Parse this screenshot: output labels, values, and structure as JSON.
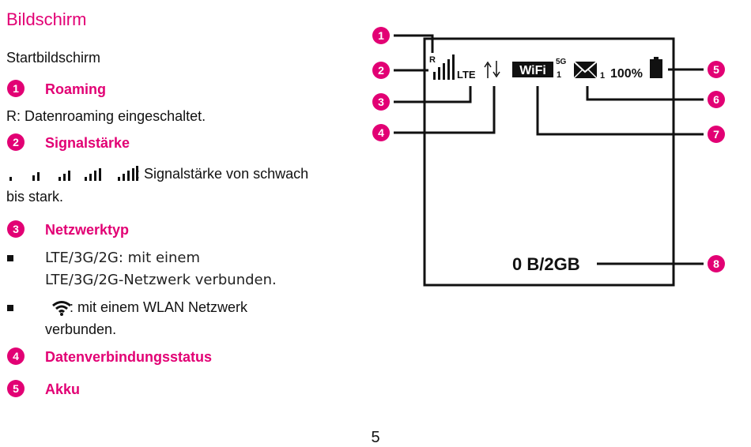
{
  "page": {
    "title": "Bildschirm",
    "subtitle": "Startbildschirm",
    "page_number": "5"
  },
  "items": {
    "roaming": {
      "num": "1",
      "heading": "Roaming",
      "desc": "R: Datenroaming eingeschaltet."
    },
    "signal": {
      "num": "2",
      "heading": "Signalstärke",
      "desc_line1": ": Signalstärke von schwach",
      "desc_line2": "bis stark."
    },
    "network": {
      "num": "3",
      "heading": "Netzwerktyp",
      "bullet1_line1": "LTE/3G/2G: mit einem",
      "bullet1_line2": "LTE/3G/2G-Netzwerk verbunden.",
      "bullet2_line1": ": mit einem WLAN Netzwerk",
      "bullet2_line2": "verbunden."
    },
    "data_status": {
      "num": "4",
      "heading": "Datenverbindungsstatus"
    },
    "battery": {
      "num": "5",
      "heading": "Akku"
    }
  },
  "diagram": {
    "roaming_letter": "R",
    "network_type": "LTE",
    "wifi_label": "WiFi",
    "wifi_band": "5G",
    "wifi_clients": "1",
    "sms_count": "1",
    "battery_percent": "100%",
    "data_usage": "0 B/2GB",
    "callouts": [
      "1",
      "2",
      "3",
      "4",
      "5",
      "6",
      "7",
      "8"
    ]
  },
  "colors": {
    "accent": "#E20074",
    "text": "#111111"
  }
}
